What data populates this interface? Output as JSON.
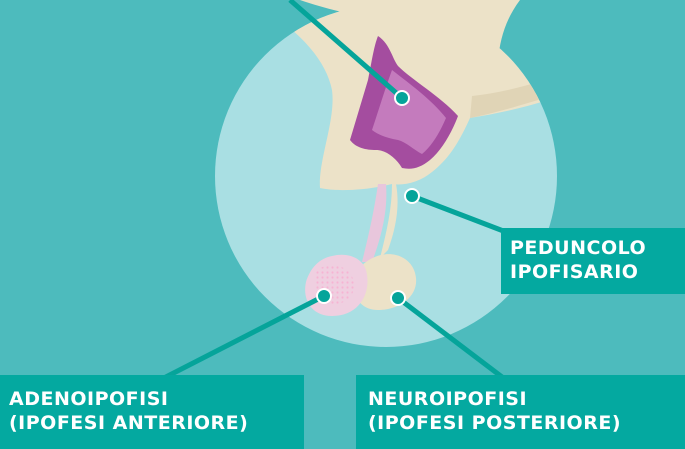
{
  "labels": {
    "peduncolo": {
      "line1": "PEDUNCOLO",
      "line2": "IPOFISARIO"
    },
    "adenoipofisi": {
      "line1": "ADENOIPOFISI",
      "line2": "(IPOFESI ANTERIORE)"
    },
    "neuroipofisi": {
      "line1": "NEUROIPOFISI",
      "line2": "(IPOFESI POSTERIORE)"
    }
  },
  "colors": {
    "background": "#4dbbbd",
    "circle": "#a9dfe3",
    "tissue": "#ece2c8",
    "hypothalamus": "#a44d9f",
    "hypothalamus_light": "#c47bbd",
    "stalk": "#e8c6dc",
    "anterior_lobe": "#efcfe0",
    "label_bg": "#04a9a0",
    "pointer": "#05a49a"
  }
}
